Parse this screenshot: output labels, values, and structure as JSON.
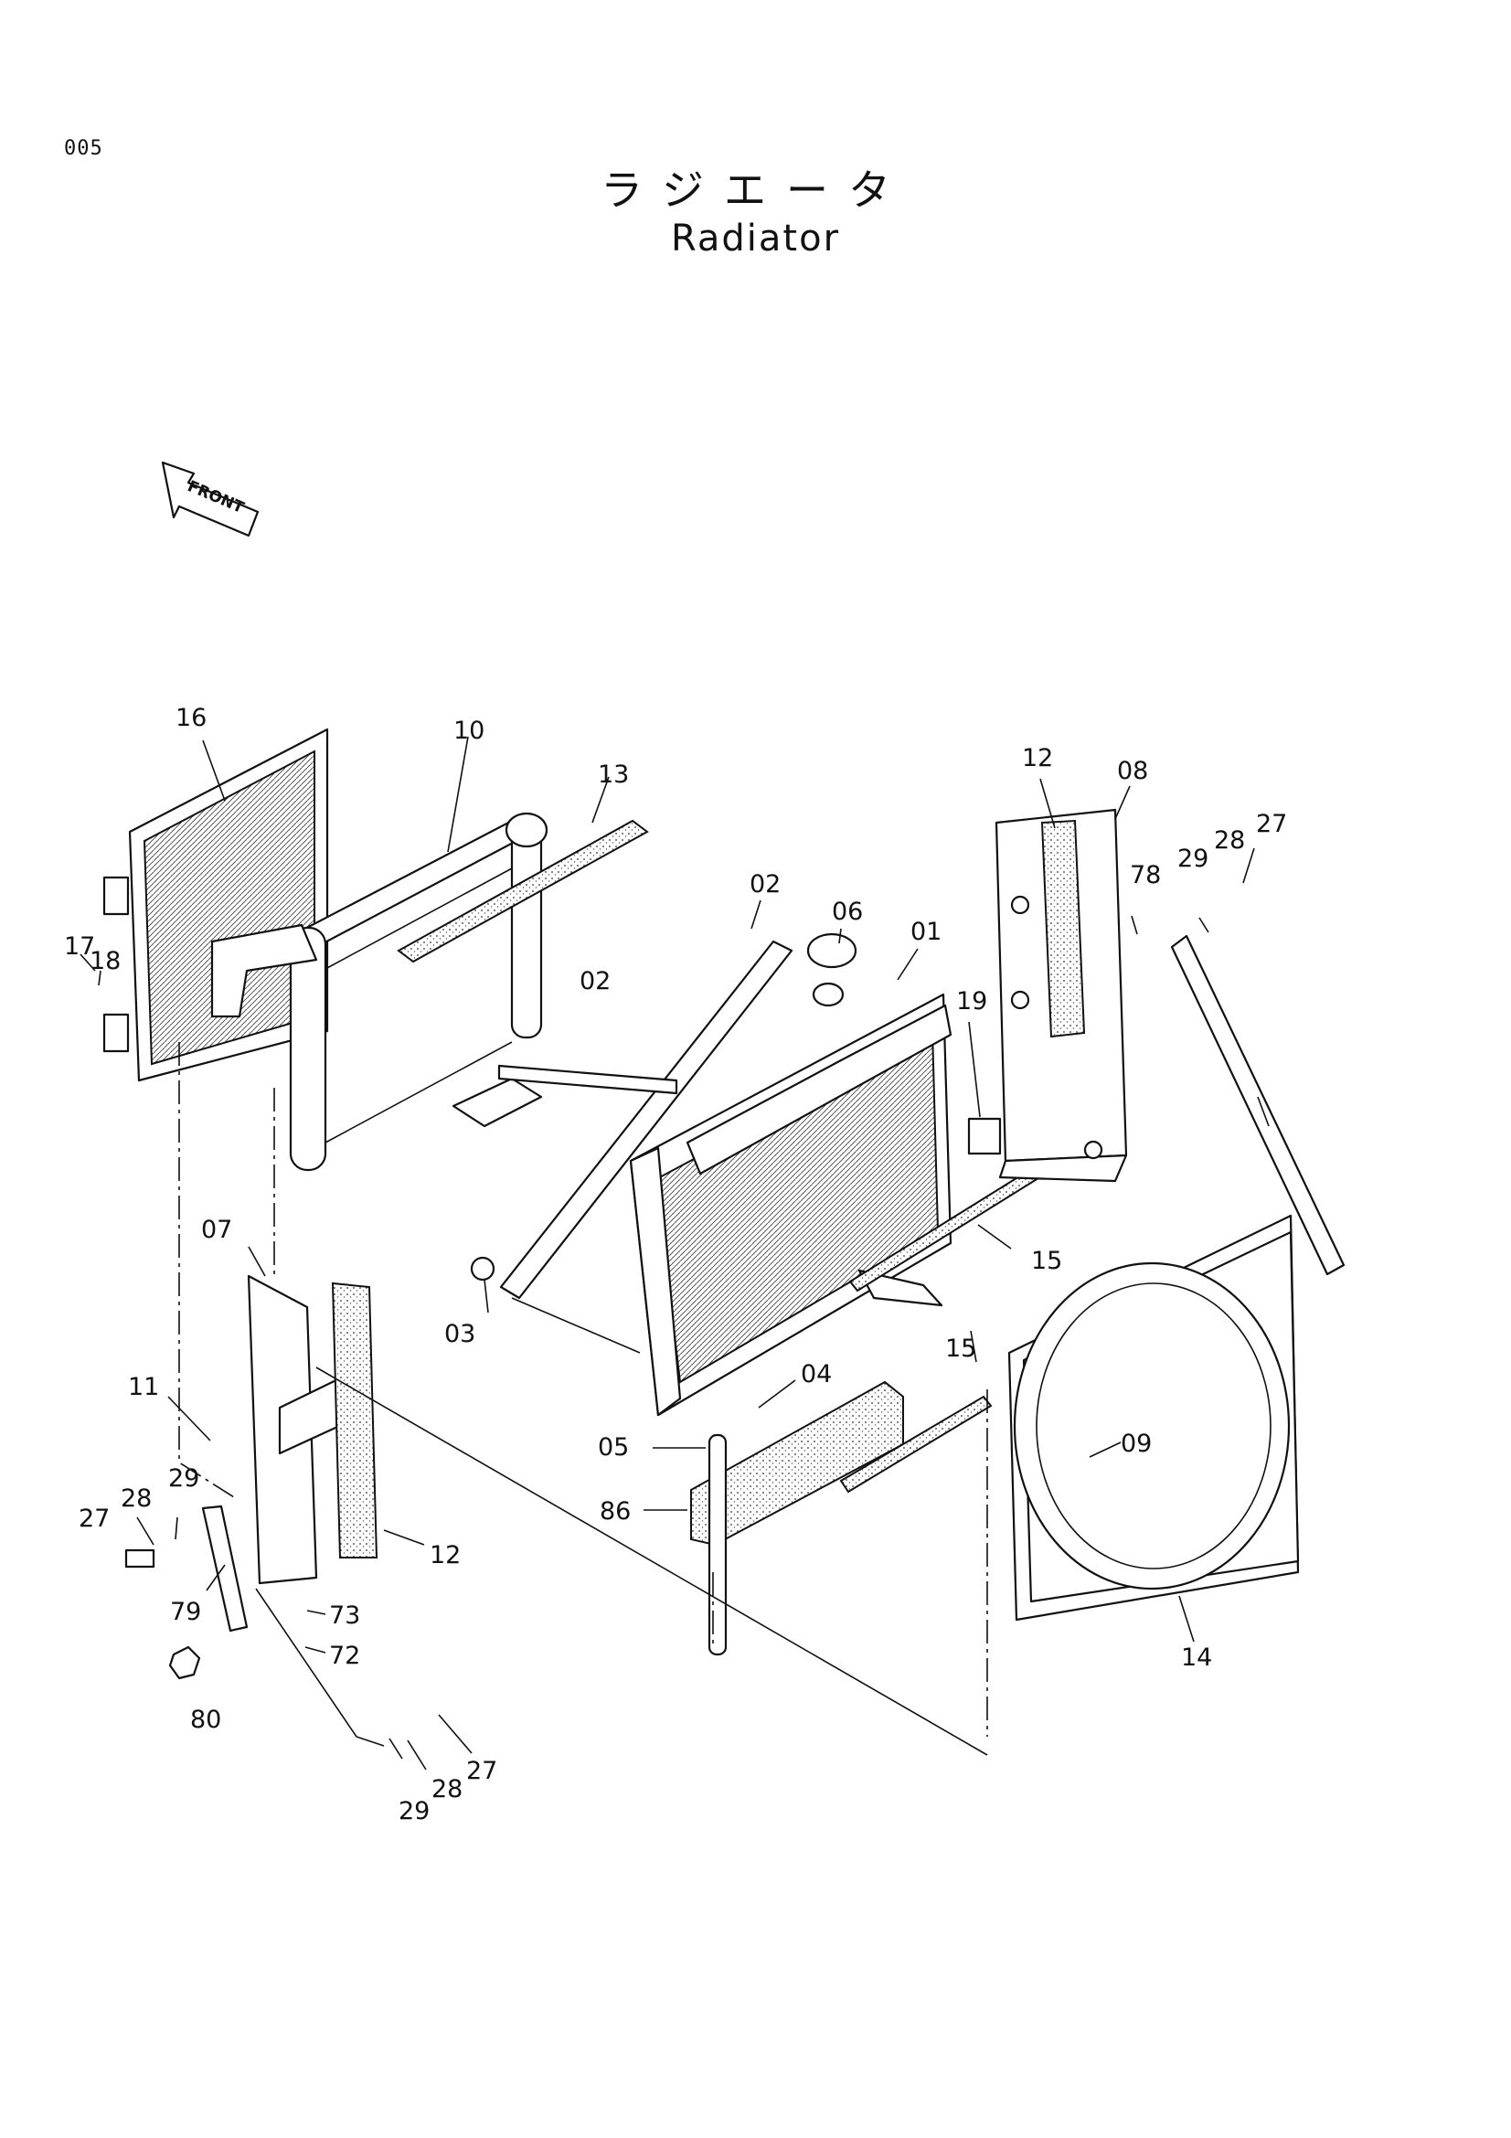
{
  "page": {
    "page_number": "005",
    "title_jp": "ラジエータ",
    "title_en": "Radiator",
    "front_label": "FRONT"
  },
  "callouts": [
    {
      "id": "c16",
      "text": "16"
    },
    {
      "id": "c10",
      "text": "10"
    },
    {
      "id": "c13",
      "text": "13"
    },
    {
      "id": "c17",
      "text": "17"
    },
    {
      "id": "c18",
      "text": "18"
    },
    {
      "id": "c02a",
      "text": "02"
    },
    {
      "id": "c02b",
      "text": "02"
    },
    {
      "id": "c06",
      "text": "06"
    },
    {
      "id": "c01",
      "text": "01"
    },
    {
      "id": "c19",
      "text": "19"
    },
    {
      "id": "c12a",
      "text": "12"
    },
    {
      "id": "c08",
      "text": "08"
    },
    {
      "id": "c78",
      "text": "78"
    },
    {
      "id": "c29a",
      "text": "29"
    },
    {
      "id": "c28a",
      "text": "28"
    },
    {
      "id": "c27a",
      "text": "27"
    },
    {
      "id": "c15a",
      "text": "15"
    },
    {
      "id": "c07",
      "text": "07"
    },
    {
      "id": "c03",
      "text": "03"
    },
    {
      "id": "c04",
      "text": "04"
    },
    {
      "id": "c15b",
      "text": "15"
    },
    {
      "id": "c11",
      "text": "11"
    },
    {
      "id": "c05",
      "text": "05"
    },
    {
      "id": "c09",
      "text": "09"
    },
    {
      "id": "c29b",
      "text": "29"
    },
    {
      "id": "c28b",
      "text": "28"
    },
    {
      "id": "c27b",
      "text": "27"
    },
    {
      "id": "c86",
      "text": "86"
    },
    {
      "id": "c12b",
      "text": "12"
    },
    {
      "id": "c79",
      "text": "79"
    },
    {
      "id": "c73",
      "text": "73"
    },
    {
      "id": "c72",
      "text": "72"
    },
    {
      "id": "c14",
      "text": "14"
    },
    {
      "id": "c80",
      "text": "80"
    },
    {
      "id": "c27c",
      "text": "27"
    },
    {
      "id": "c28c",
      "text": "28"
    },
    {
      "id": "c29c",
      "text": "29"
    }
  ]
}
